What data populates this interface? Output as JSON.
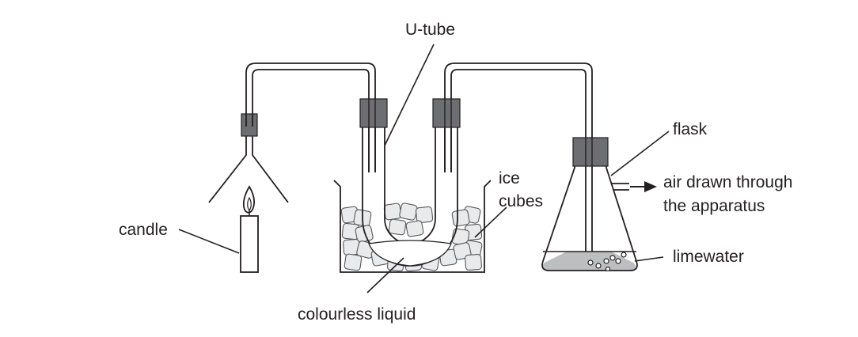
{
  "labels": {
    "u_tube": "U-tube",
    "flask": "flask",
    "ice_line1": "ice",
    "ice_line2": "cubes",
    "air_line1": "air drawn through",
    "air_line2": "the apparatus",
    "candle": "candle",
    "limewater": "limewater",
    "colourless_liquid": "colourless liquid"
  },
  "colors": {
    "line": "#231f20",
    "stopper": "#6d6e71",
    "limewater": "#bcbec0",
    "ice": "#e9eaeb"
  }
}
